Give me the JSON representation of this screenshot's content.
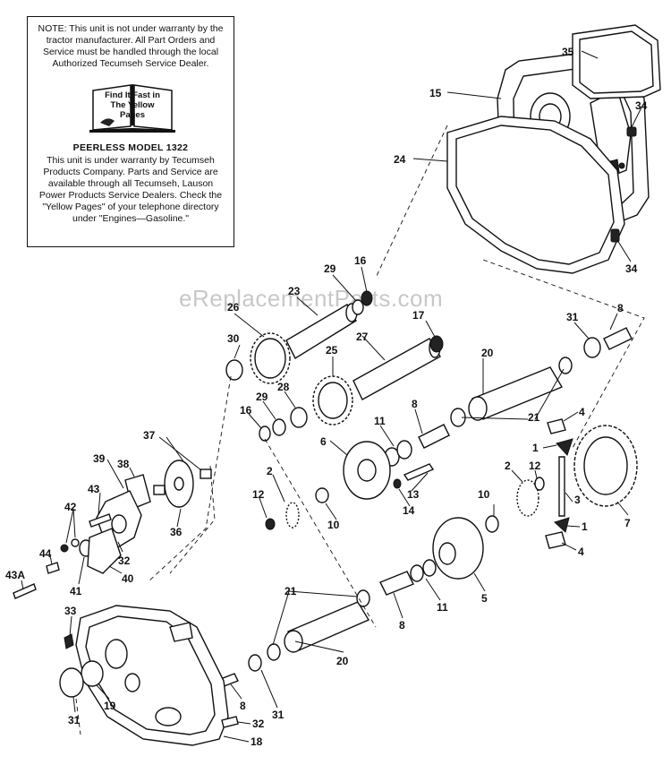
{
  "note": {
    "warranty_text": "NOTE: This unit is not under warranty by the tractor manufacturer. All Part Orders and Service must be handled through the local Authorized Tecumseh Service Dealer.",
    "book_text": "Find It Fast in The Yellow Pages",
    "model_title": "PEERLESS MODEL 1322",
    "model_text": "This unit is under warranty by Tecumseh Products Company. Parts and Service are available through all Tecumseh, Lauson Power Products Service Dealers. Check the \"Yellow Pages\" of your telephone directory under \"Engines—Gasoline.\""
  },
  "watermark": "eReplacementParts.com",
  "callouts": {
    "c35": "35",
    "c15": "15",
    "c34a": "34",
    "c24": "24",
    "c34b": "34",
    "c16a": "16",
    "c29a": "29",
    "c23": "23",
    "c26": "26",
    "c17": "17",
    "c8a": "8",
    "c31a": "31",
    "c30": "30",
    "c27": "27",
    "c25": "25",
    "c20a": "20",
    "c28": "28",
    "c29b": "29",
    "c16b": "16",
    "c8b": "8",
    "c11a": "11",
    "c21a": "21",
    "c4a": "4",
    "c37": "37",
    "c6": "6",
    "c1a": "1",
    "c39": "39",
    "c38": "38",
    "c2a": "2",
    "c12a": "12",
    "c13": "13",
    "c43": "43",
    "c2b": "2",
    "c12b": "12",
    "c10a": "10",
    "c3": "3",
    "c14": "14",
    "c42": "42",
    "c36": "36",
    "c10b": "10",
    "c1b": "1",
    "c7": "7",
    "c32a": "32",
    "c4b": "4",
    "c44": "44",
    "c41": "41",
    "c40": "40",
    "c43a": "43A",
    "c5": "5",
    "c21b": "21",
    "c11b": "11",
    "c33": "33",
    "c8c": "8",
    "c20b": "20",
    "c31b": "31",
    "c19": "19",
    "c8d": "8",
    "c31c": "31",
    "c32b": "32",
    "c18": "18"
  }
}
